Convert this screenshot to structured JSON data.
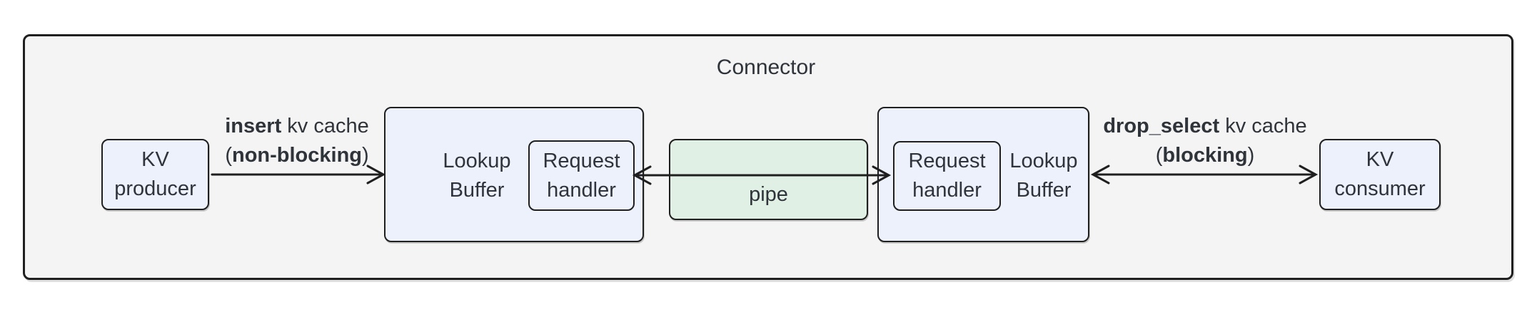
{
  "title": "Connector",
  "colors": {
    "background": "#ffffff",
    "container_fill": "#f4f4f4",
    "node_fill": "#edf1fc",
    "pipe_fill": "#e0f0e4",
    "border": "#1f1f1f",
    "text": "#2f333a"
  },
  "nodes": {
    "kv_producer": {
      "line1": "KV",
      "line2": "producer"
    },
    "lookup_buffer_left": {
      "line1": "Lookup",
      "line2": "Buffer"
    },
    "request_handler_left": {
      "line1": "Request",
      "line2": "handler"
    },
    "pipe": {
      "label": "pipe"
    },
    "request_handler_right": {
      "line1": "Request",
      "line2": "handler"
    },
    "lookup_buffer_right": {
      "line1": "Lookup",
      "line2": "Buffer"
    },
    "kv_consumer": {
      "line1": "KV",
      "line2": "consumer"
    }
  },
  "edges": {
    "insert": {
      "method": "insert",
      "suffix": " kv cache",
      "paren_open": "(",
      "mode": "non-blocking",
      "paren_close": ")",
      "from": "kv_producer",
      "to": "lookup_buffer_left",
      "bidirectional": false
    },
    "pipe_link": {
      "from": "request_handler_left",
      "to": "request_handler_right",
      "bidirectional": true
    },
    "drop_select": {
      "method": "drop_select",
      "suffix": " kv cache",
      "paren_open": "(",
      "mode": "blocking",
      "paren_close": ")",
      "from": "kv_consumer",
      "to": "lookup_buffer_right",
      "bidirectional": true
    }
  }
}
